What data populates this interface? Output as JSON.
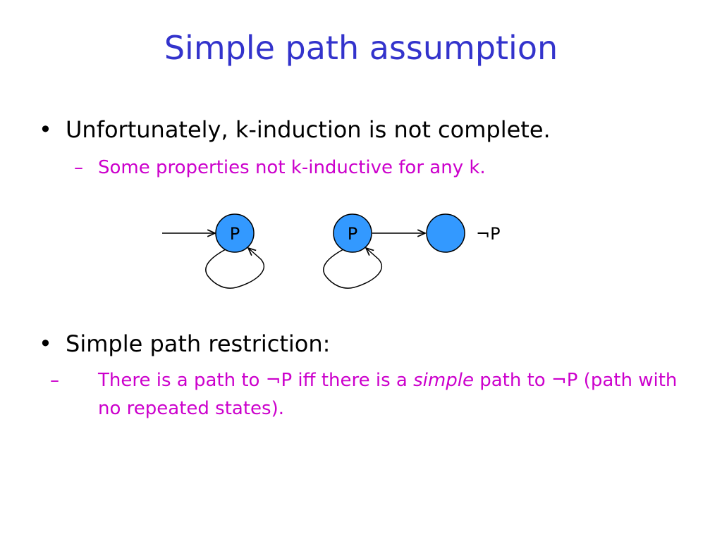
{
  "slide": {
    "title": "Simple path assumption",
    "bullet1": {
      "marker": "•",
      "text": "Unfortunately, k-induction is not complete.",
      "sub": {
        "marker": "–",
        "text": "Some properties not k-inductive for any k."
      }
    },
    "diagram": {
      "node1_label": "P",
      "node2_label": "P",
      "node3_label": "",
      "neg_label": "¬P"
    },
    "bullet2": {
      "marker": "•",
      "text": "Simple path restriction:",
      "sub": {
        "marker": "–",
        "part1": "There is a path to ¬P iff there is a ",
        "emphasis": "simple",
        "part2": " path to ¬P (path with no repeated states)."
      }
    },
    "colors": {
      "title": "#3333cc",
      "sub_text": "#cc00cc",
      "node_fill": "#3399ff"
    }
  }
}
